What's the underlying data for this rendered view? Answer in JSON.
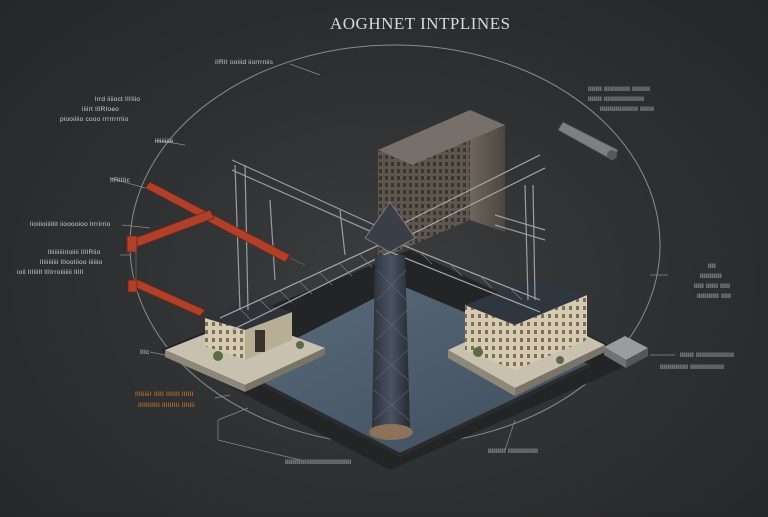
{
  "title": "AOGHNET INTPLINES",
  "labels": {
    "top_center": "IIRII ooiiid iiorrrniis",
    "left_1a": "lrrd iiiioct IIIIiio",
    "left_1b": "iiiirt IIlRIoeo",
    "left_1c": "piooiiiio cooo rrrrrrrriio",
    "left_2": "iiiiiiiiie",
    "left_3": "IIRIIIlc",
    "left_4": "lioiiioiiiitit iiooooioo lrrrirrio",
    "left_5a": "lliiiiiiiirioiiii IIlIRiio",
    "left_5b": "lIiiiiiiiii lIIooIiioo iiiiiio",
    "left_5c": "ioil IIIliilt lIIIrroiiiiiii lIIII",
    "left_6": "IIIc",
    "orange_1": "IIIIiiiir IIIII IIIIIII lIIIII",
    "orange_2": "IIIIIIIIIII lIIIIIIIi IIIIIii",
    "bottom_line": "IIIIIIIIIIIIIIIIIIIIIIIIIIIIIIIII",
    "bottom_right": "IIIIIIIII IIIIIIIIIIIIIII",
    "right_top_1": "IIIIIII IIIIIIIIIIIII IIIIIIIII",
    "right_top_2": "IIIIIII IIIIIIIIIIIIIIIIIIII",
    "right_top_3": "IIIIIIIIIIIIIIIIIII IIIIIII",
    "right_mid_1": "IIII",
    "right_mid_2": "IIIIIIIIIII",
    "right_mid_3": "IIIII IIIIII IIIII",
    "right_mid_4": "IIIIIIIIIII IIIII",
    "right_low_1": "IIIIIII IIIIIIIIIIIIIIIIIII",
    "right_low_2": "IIIIIIIIIIIIII IIIIIIIIIIIIIIIII"
  },
  "colors": {
    "background": "#2e2f30",
    "water": "#4d5e6e",
    "crane_red": "#b0402a",
    "tower": "#3c4350",
    "building_cream": "#d8ccb0",
    "label": "#cfcfcf",
    "label_accent": "#d9822b"
  }
}
